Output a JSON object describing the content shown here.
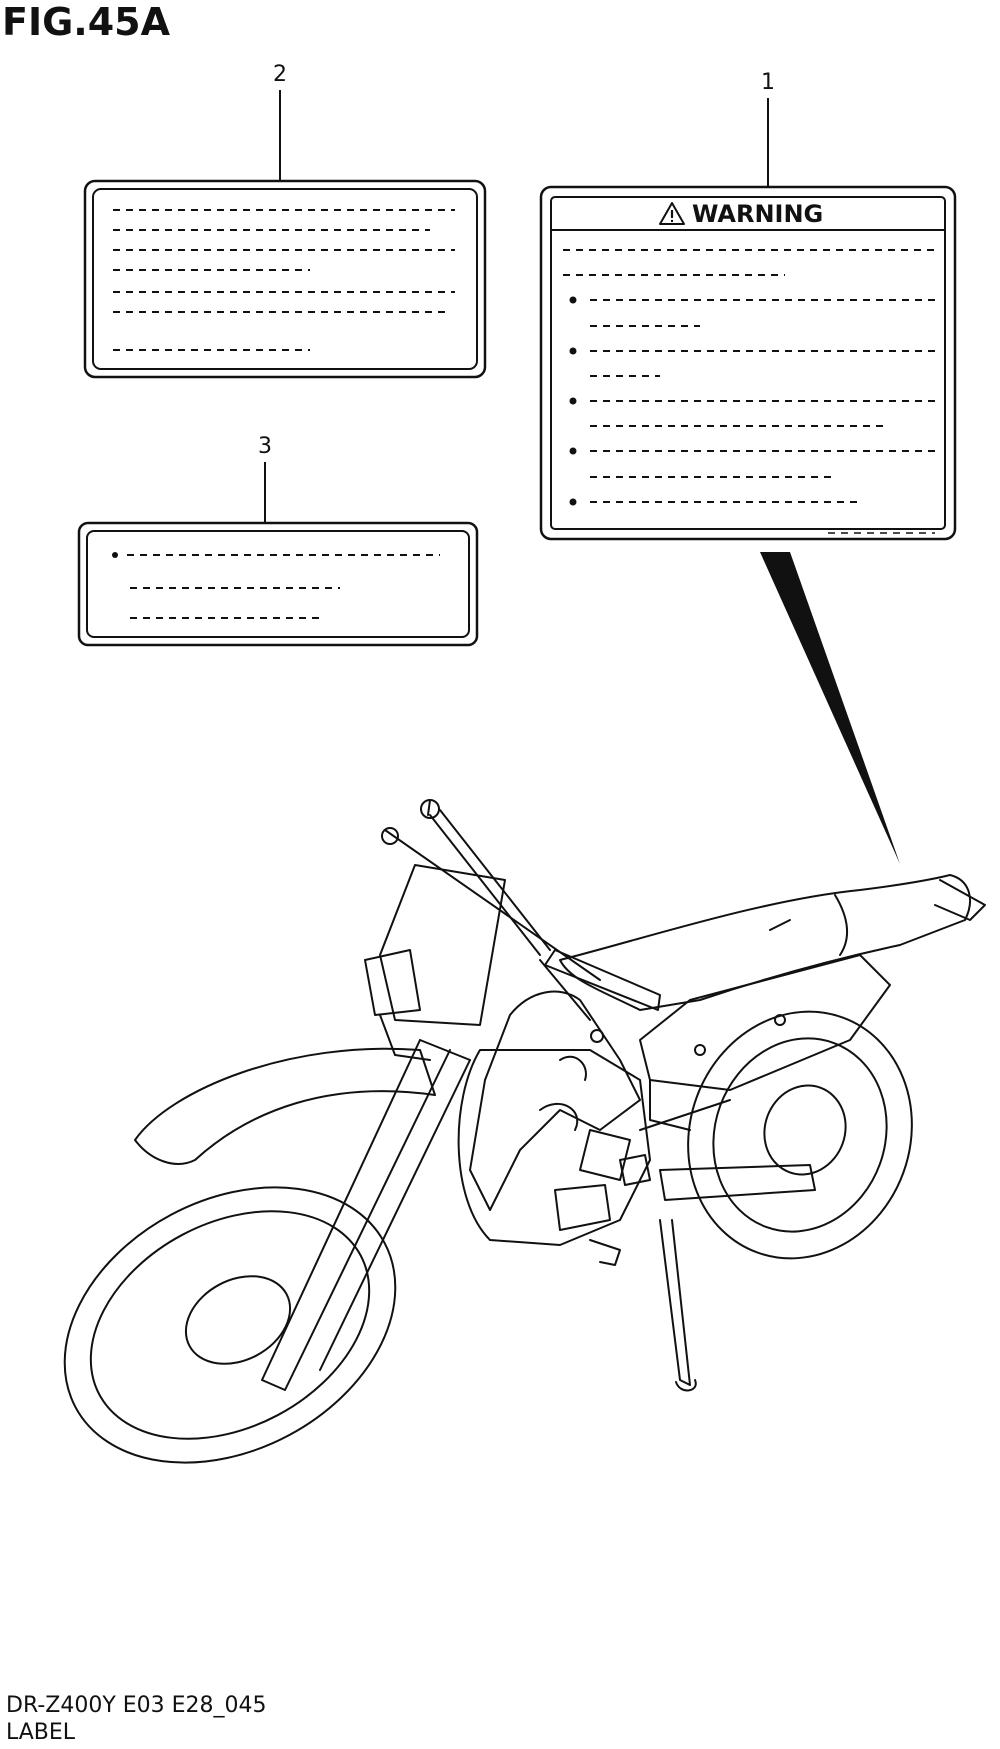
{
  "figure": {
    "title": "FIG.45A",
    "callouts": [
      "2",
      "1",
      "3"
    ],
    "warning_label_heading": "WARNING"
  },
  "icons": {
    "warning": "warning-triangle-icon"
  },
  "footer": {
    "model_code": "DR-Z400Y E03 E28_045",
    "section": "LABEL"
  }
}
